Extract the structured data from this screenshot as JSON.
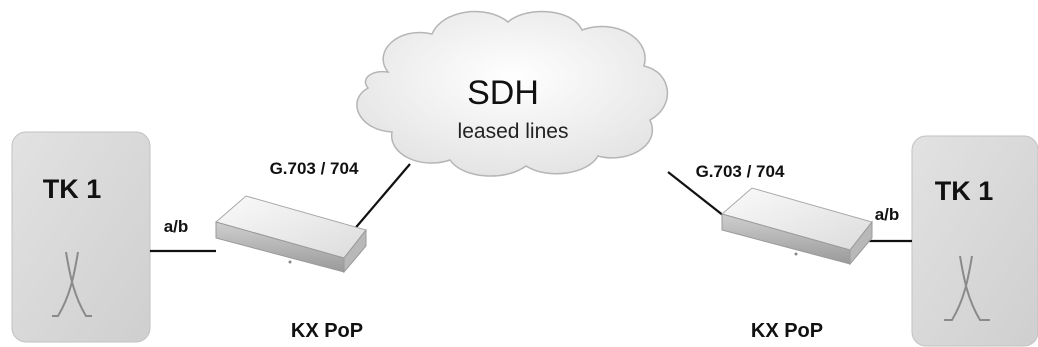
{
  "cloud": {
    "title": "SDH",
    "subtitle": "leased lines"
  },
  "left": {
    "tk_label": "TK 1",
    "line_label": "a/b",
    "uplink_label": "G.703 / 704",
    "device_label": "KX PoP"
  },
  "right": {
    "tk_label": "TK 1",
    "line_label": "a/b",
    "uplink_label": "G.703 / 704",
    "device_label": "KX PoP"
  },
  "colors": {
    "tk_box_fill": "#d6d6d6",
    "cloud_fill": "#f2f2f2",
    "device_top": "#e8e8e8",
    "line": "#111111"
  }
}
